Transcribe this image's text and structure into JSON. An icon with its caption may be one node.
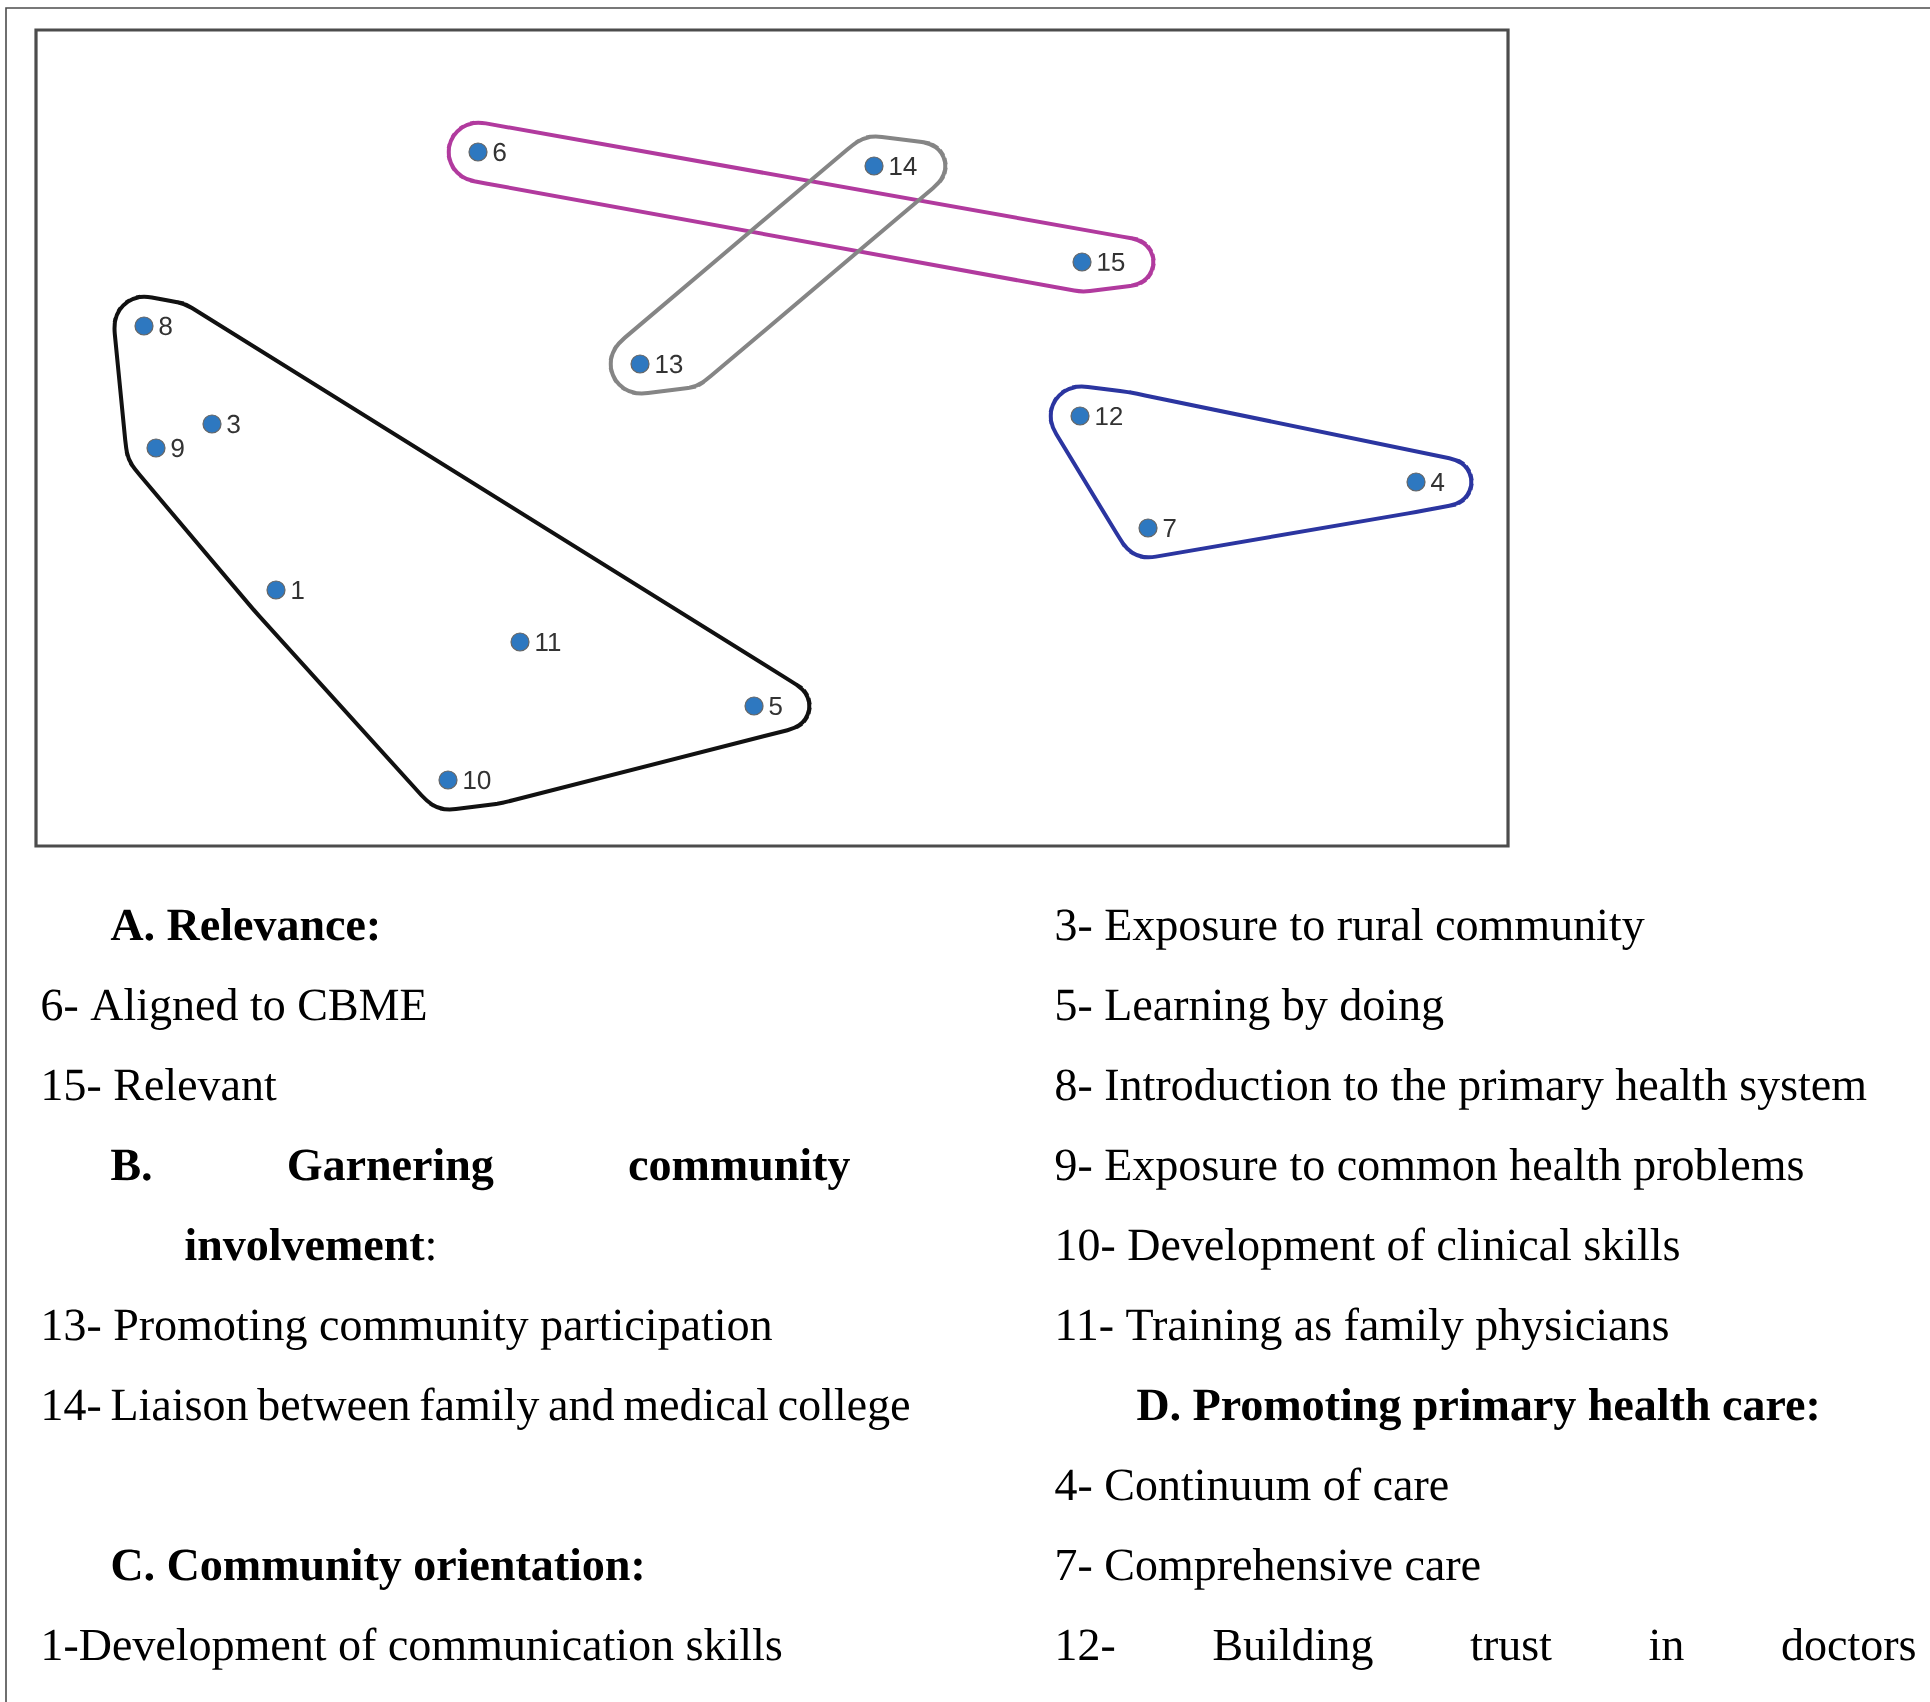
{
  "diagram": {
    "nodes": [
      {
        "text": [],
        "shape": "outline"
      },
      {
        "text": [
          "6"
        ],
        "in": 0
      },
      {
        "text": [
          "15"
        ],
        "in": 0
      },
      {
        "text": [],
        "shape": "outline"
      },
      {
        "text": [
          "14"
        ],
        "in": 3
      },
      {
        "text": [
          "13"
        ],
        "in": 3
      },
      {
        "text": [],
        "shape": "outline"
      },
      {
        "text": [
          "8"
        ],
        "in": 6
      },
      {
        "text": [
          "3"
        ],
        "in": 6
      },
      {
        "text": [
          "9"
        ],
        "in": 6
      },
      {
        "text": [
          "1"
        ],
        "in": 6
      },
      {
        "text": [
          "11"
        ],
        "in": 6
      },
      {
        "text": [
          "5"
        ],
        "in": 6
      },
      {
        "text": [
          "10"
        ],
        "in": 6
      },
      {
        "text": [],
        "shape": "outline"
      },
      {
        "text": [
          "12"
        ],
        "in": 14
      },
      {
        "text": [
          "4"
        ],
        "in": 14
      },
      {
        "text": [
          "7"
        ],
        "in": 14
      }
    ],
    "labels": [
      "A. Relevance:",
      "6- Aligned to CBME",
      "15- Relevant",
      "**B. Garnering community involvement**:",
      "13- Promoting community participation",
      "14- Liaison between family and medical college",
      "C. Community orientation:",
      "1-Development of communication skills",
      "3- Exposure to rural community",
      "5- Learning by doing",
      "8- Introduction to the primary health system",
      "9- Exposure to common health problems",
      "10- Development of clinical skills",
      "11- Training as family physicians",
      "D. Promoting primary health care:",
      "4- Continuum of care",
      "7- Comprehensive care",
      "12- Building trust in doctors"
    ]
  }
}
